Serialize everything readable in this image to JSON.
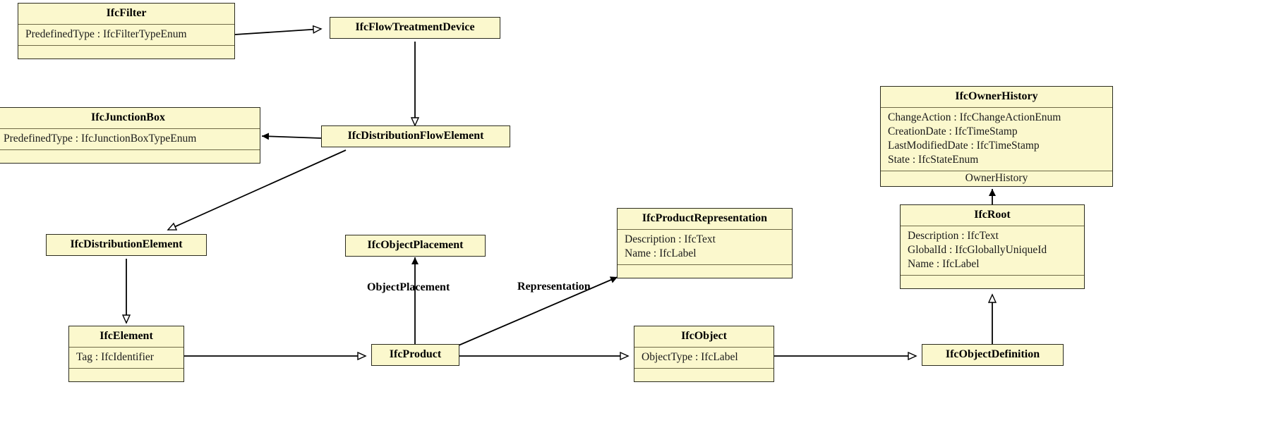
{
  "diagram": {
    "title": "IFC class hierarchy UML diagram",
    "style": {
      "box_fill": "#fbf8cd",
      "box_border": "#2b2b1e",
      "divider": "#6f6a46",
      "line": "#000000",
      "background": "#ffffff"
    }
  },
  "classes": [
    {
      "id": "IfcFilter",
      "name": "IfcFilter",
      "attributes": [
        "PredefinedType :  IfcFilterTypeEnum"
      ],
      "has_operations_compartment": true,
      "operations_label": ""
    },
    {
      "id": "IfcFlowTreatmentDevice",
      "name": "IfcFlowTreatmentDevice",
      "attributes": [],
      "has_operations_compartment": false,
      "operations_label": ""
    },
    {
      "id": "IfcJunctionBox",
      "name": "IfcJunctionBox",
      "attributes": [
        "PredefinedType :  IfcJunctionBoxTypeEnum"
      ],
      "has_operations_compartment": true,
      "operations_label": ""
    },
    {
      "id": "IfcDistributionFlowElement",
      "name": "IfcDistributionFlowElement",
      "attributes": [],
      "has_operations_compartment": false,
      "operations_label": ""
    },
    {
      "id": "IfcOwnerHistory",
      "name": "IfcOwnerHistory",
      "attributes": [
        "ChangeAction :  IfcChangeActionEnum",
        "CreationDate :  IfcTimeStamp",
        "LastModifiedDate :  IfcTimeStamp",
        "State :  IfcStateEnum"
      ],
      "has_operations_compartment": true,
      "operations_label": "OwnerHistory"
    },
    {
      "id": "IfcDistributionElement",
      "name": "IfcDistributionElement",
      "attributes": [],
      "has_operations_compartment": false,
      "operations_label": ""
    },
    {
      "id": "IfcObjectPlacement",
      "name": "IfcObjectPlacement",
      "attributes": [],
      "has_operations_compartment": false,
      "operations_label": ""
    },
    {
      "id": "IfcProductRepresentation",
      "name": "IfcProductRepresentation",
      "attributes": [
        "Description :  IfcText",
        "Name :  IfcLabel"
      ],
      "has_operations_compartment": true,
      "operations_label": ""
    },
    {
      "id": "IfcRoot",
      "name": "IfcRoot",
      "attributes": [
        "Description :  IfcText",
        "GlobalId :  IfcGloballyUniqueId",
        "Name :  IfcLabel"
      ],
      "has_operations_compartment": true,
      "operations_label": ""
    },
    {
      "id": "IfcElement",
      "name": "IfcElement",
      "attributes": [
        "Tag :  IfcIdentifier"
      ],
      "has_operations_compartment": true,
      "operations_label": ""
    },
    {
      "id": "IfcProduct",
      "name": "IfcProduct",
      "attributes": [],
      "has_operations_compartment": false,
      "operations_label": ""
    },
    {
      "id": "IfcObject",
      "name": "IfcObject",
      "attributes": [
        "ObjectType :  IfcLabel"
      ],
      "has_operations_compartment": true,
      "operations_label": ""
    },
    {
      "id": "IfcObjectDefinition",
      "name": "IfcObjectDefinition",
      "attributes": [],
      "has_operations_compartment": false,
      "operations_label": ""
    }
  ],
  "edge_labels": [
    {
      "id": "ObjectPlacement",
      "text": "ObjectPlacement"
    },
    {
      "id": "Representation",
      "text": "Representation"
    }
  ],
  "relationships": [
    {
      "from": "IfcFilter",
      "to": "IfcFlowTreatmentDevice",
      "type": "generalization"
    },
    {
      "from": "IfcFlowTreatmentDevice",
      "to": "IfcDistributionFlowElement",
      "type": "generalization"
    },
    {
      "from": "IfcDistributionFlowElement",
      "to": "IfcJunctionBox",
      "type": "association"
    },
    {
      "from": "IfcDistributionFlowElement",
      "to": "IfcDistributionElement",
      "type": "generalization"
    },
    {
      "from": "IfcDistributionElement",
      "to": "IfcElement",
      "type": "generalization"
    },
    {
      "from": "IfcElement",
      "to": "IfcProduct",
      "type": "generalization"
    },
    {
      "from": "IfcProduct",
      "to": "IfcObjectPlacement",
      "type": "association",
      "label": "ObjectPlacement"
    },
    {
      "from": "IfcProduct",
      "to": "IfcProductRepresentation",
      "type": "association",
      "label": "Representation"
    },
    {
      "from": "IfcProduct",
      "to": "IfcObject",
      "type": "generalization"
    },
    {
      "from": "IfcObject",
      "to": "IfcObjectDefinition",
      "type": "generalization"
    },
    {
      "from": "IfcObjectDefinition",
      "to": "IfcRoot",
      "type": "generalization"
    },
    {
      "from": "IfcRoot",
      "to": "IfcOwnerHistory",
      "type": "association"
    }
  ]
}
